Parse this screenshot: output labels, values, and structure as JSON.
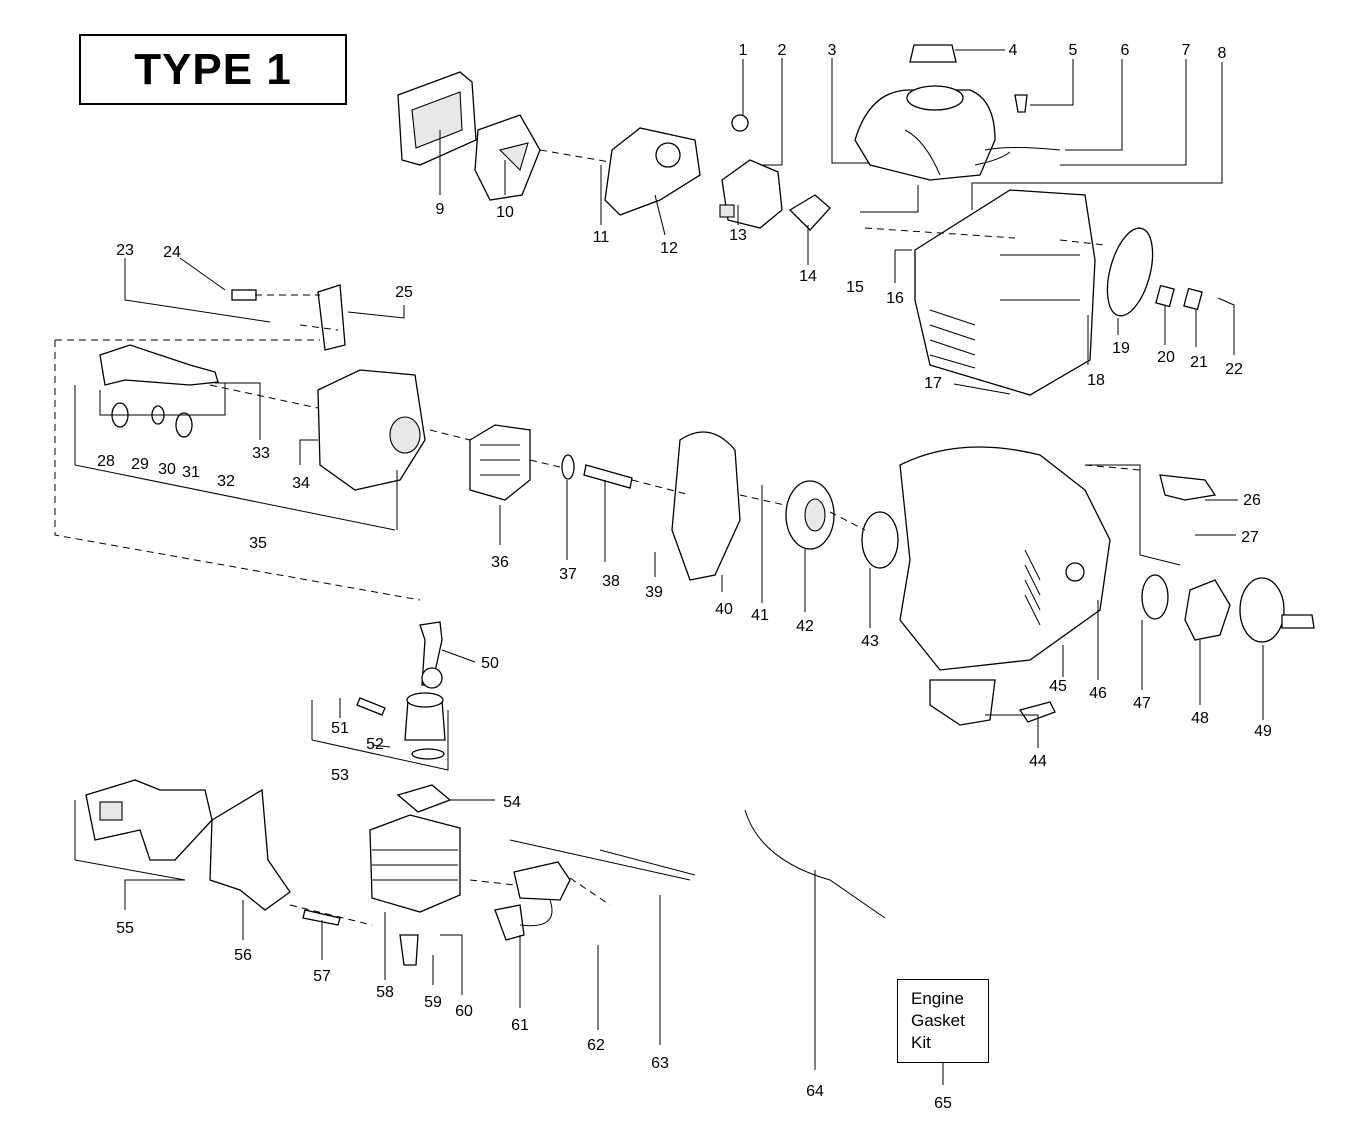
{
  "title": "TYPE 1",
  "kit_label": [
    "Engine",
    "Gasket",
    "Kit"
  ],
  "part_numbers": [
    "1",
    "2",
    "3",
    "4",
    "5",
    "6",
    "7",
    "8",
    "9",
    "10",
    "11",
    "12",
    "13",
    "14",
    "15",
    "16",
    "17",
    "18",
    "19",
    "20",
    "21",
    "22",
    "23",
    "24",
    "25",
    "26",
    "27",
    "28",
    "29",
    "30",
    "31",
    "32",
    "33",
    "34",
    "35",
    "36",
    "37",
    "38",
    "39",
    "40",
    "41",
    "42",
    "43",
    "44",
    "45",
    "46",
    "47",
    "48",
    "49",
    "50",
    "51",
    "52",
    "53",
    "54",
    "55",
    "56",
    "57",
    "58",
    "59",
    "60",
    "61",
    "62",
    "63",
    "64",
    "65"
  ]
}
